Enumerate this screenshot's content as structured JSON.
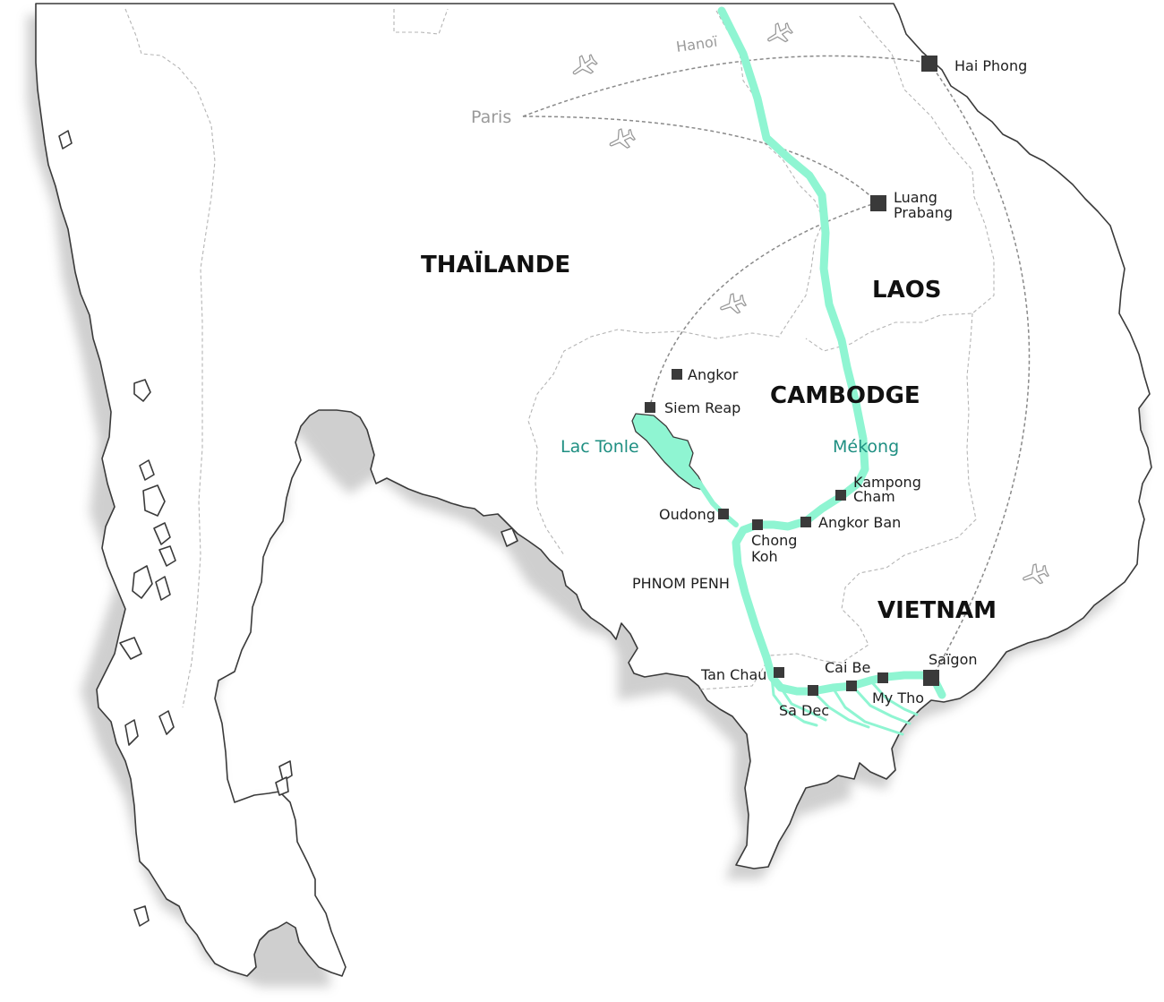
{
  "countries": {
    "thailand": "THAÏLANDE",
    "laos": "LAOS",
    "cambodia": "CAMBODGE",
    "vietnam": "VIETNAM"
  },
  "water": {
    "lake": "Lac Tonle",
    "river": "Mékong"
  },
  "flight_labels": {
    "origin": "Paris",
    "hanoi": "Hanoï"
  },
  "cities": {
    "hai_phong": "Hai Phong",
    "luang_prabang_1": "Luang",
    "luang_prabang_2": "Prabang",
    "angkor": "Angkor",
    "siem_reap": "Siem Reap",
    "kampong_cham_1": "Kampong",
    "kampong_cham_2": "Cham",
    "angkor_ban": "Angkor Ban",
    "oudong": "Oudong",
    "chong_koh_1": "Chong",
    "chong_koh_2": "Koh",
    "phnom_penh": "PHNOM PENH",
    "tan_chau": "Tan Chau",
    "cai_be": "Cai Be",
    "saigon": "Saïgon",
    "my_tho": "My Tho",
    "sa_dec": "Sa Dec"
  },
  "colors": {
    "river": "#8ff5d2",
    "water_label": "#1f8f82",
    "coast": "#3a3a3a",
    "marker": "#3a3a3a",
    "route": "#8a8a8a"
  },
  "icons": [
    "plane-icon"
  ]
}
